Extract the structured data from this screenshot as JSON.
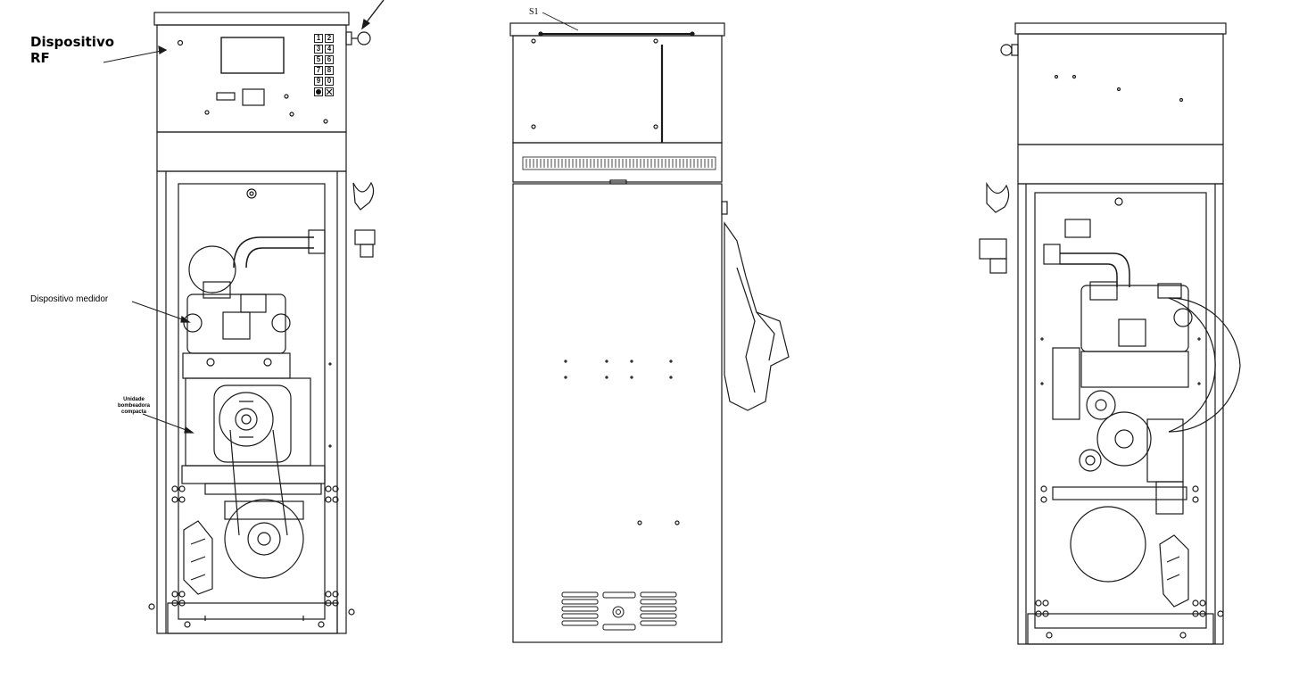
{
  "labels": {
    "rf_device": "Dispositivo RF",
    "meter_device": "Dispositivo medidor",
    "pump_unit_line1": "Unidade",
    "pump_unit_line2": "bombeadora",
    "pump_unit_line3": "compacta",
    "s1": "S1"
  },
  "keypad": [
    "1",
    "2",
    "3",
    "4",
    "5",
    "6",
    "7",
    "8",
    "9",
    "0",
    "",
    ""
  ]
}
